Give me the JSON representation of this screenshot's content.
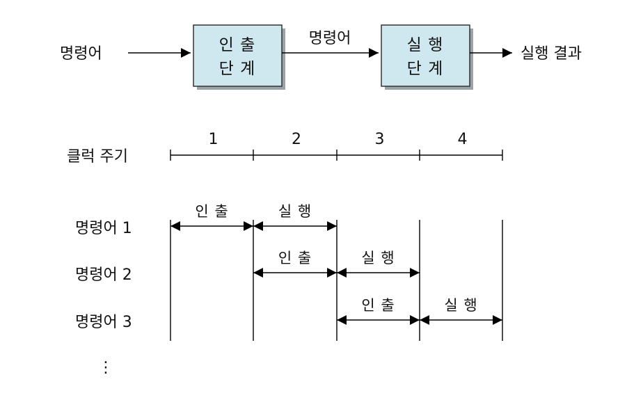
{
  "pipeline": {
    "input_label": "명령어",
    "fetch_stage": {
      "line1": "인 출",
      "line2": "단 계",
      "fill": "#cfe8f0"
    },
    "between_label": "명령어",
    "execute_stage": {
      "line1": "실 행",
      "line2": "단 계",
      "fill": "#cfe8f0"
    },
    "output_label": "실행 결과"
  },
  "timing": {
    "clock_label": "클럭 주기",
    "cycles": [
      "1",
      "2",
      "3",
      "4"
    ],
    "instructions": [
      {
        "label": "명령어 1",
        "segments": [
          {
            "text": "인 출",
            "start": 0,
            "end": 1
          },
          {
            "text": "실 행",
            "start": 1,
            "end": 2
          }
        ]
      },
      {
        "label": "명령어 2",
        "segments": [
          {
            "text": "인 출",
            "start": 1,
            "end": 2
          },
          {
            "text": "실 행",
            "start": 2,
            "end": 3
          }
        ]
      },
      {
        "label": "명령어 3",
        "segments": [
          {
            "text": "인 출",
            "start": 2,
            "end": 3
          },
          {
            "text": "실 행",
            "start": 3,
            "end": 4
          }
        ]
      }
    ],
    "ellipsis": "⋮"
  }
}
